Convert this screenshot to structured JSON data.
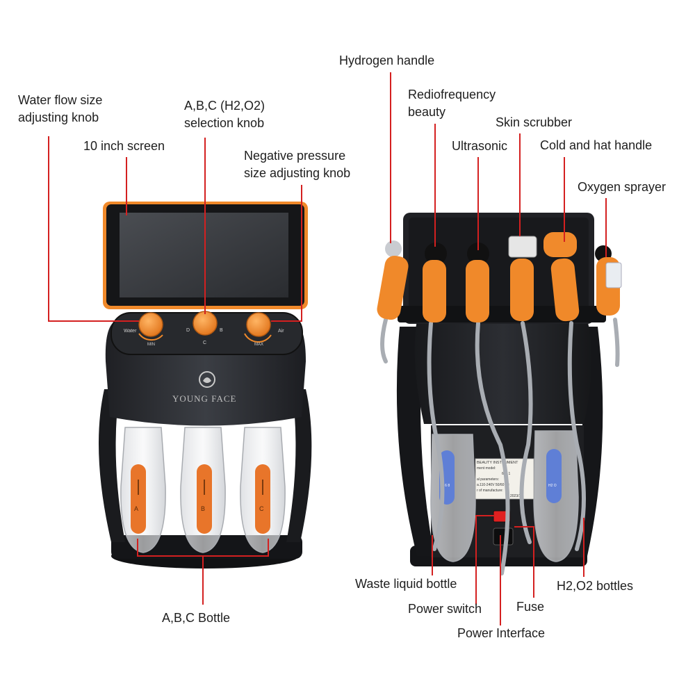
{
  "brand": {
    "name": "YOUNG FACE"
  },
  "knob_labels": {
    "water": "Water",
    "min": "MIN",
    "d": "D",
    "b": "B",
    "c": "C",
    "air": "Air",
    "max": "MAX"
  },
  "bottle_letters": [
    "A",
    "B",
    "C"
  ],
  "back_bottle_text": {
    "left": "4 6 8",
    "right": "H2 O"
  },
  "back_label_lines": [
    "BEAUTY INSTRUMENT",
    "ment model:",
    "6 in 1",
    "al parameters:",
    "a.110-240V 50/60 Hz",
    "r of manufacture:",
    "2023/12"
  ],
  "annotations": {
    "water_flow": [
      "Water flow size",
      "adjusting knob"
    ],
    "abc_selection": [
      "A,B,C (H2,O2)",
      "selection knob"
    ],
    "screen": "10 inch screen",
    "negative_pressure": [
      "Negative pressure",
      "size adjusting knob"
    ],
    "abc_bottle": "A,B,C Bottle",
    "hydrogen_handle": "Hydrogen handle",
    "radiofrequency": [
      "Rediofrequency",
      "beauty"
    ],
    "skin_scrubber": "Skin scrubber",
    "ultrasonic": "Ultrasonic",
    "cold_hot": "Cold and hat handle",
    "oxygen_sprayer": "Oxygen sprayer",
    "waste_bottle": "Waste liquid bottle",
    "power_switch": "Power switch",
    "fuse": "Fuse",
    "power_interface": "Power Interface",
    "h2o2_bottles": "H2,O2 bottles"
  },
  "colors": {
    "leader_line": "#d42020",
    "accent_orange": "#f0892a",
    "device_body": "#2e3035"
  }
}
